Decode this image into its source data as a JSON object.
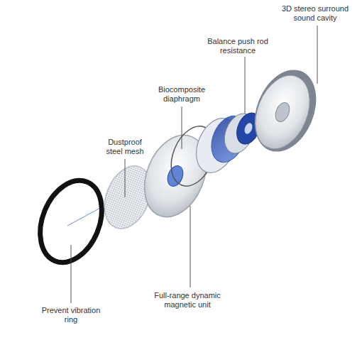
{
  "diagram": {
    "labels": [
      "3D stereo surround sound cavity",
      "Balance push rod resistance",
      "Biocomposite diaphragm",
      "Dustproof steel mesh",
      "Full-range dynamic magnetic unit",
      "Prevent vibration ring"
    ]
  }
}
